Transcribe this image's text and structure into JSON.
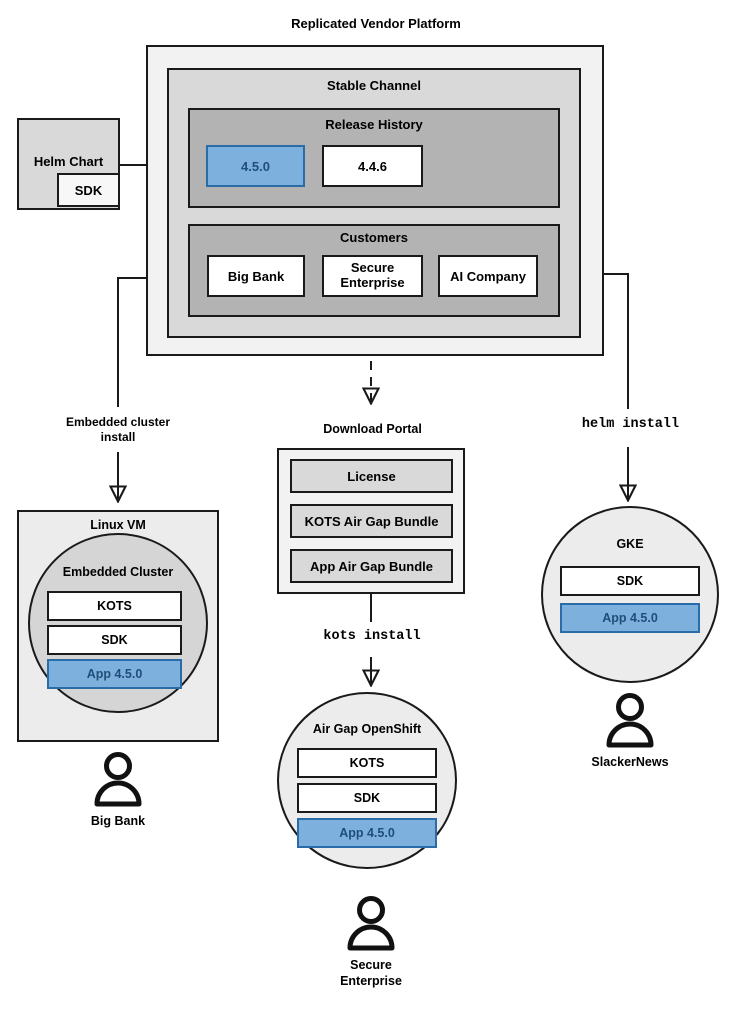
{
  "diagram": {
    "title": "Replicated Vendor Platform",
    "platform": {
      "channel": {
        "title": "Stable Channel",
        "release_history": {
          "title": "Release History",
          "releases": [
            {
              "version": "4.5.0",
              "highlighted": true
            },
            {
              "version": "4.4.6",
              "highlighted": false
            }
          ]
        },
        "customers": {
          "title": "Customers",
          "items": [
            {
              "name": "Big Bank"
            },
            {
              "name": "Secure\nEnterprise"
            },
            {
              "name": "AI Company"
            }
          ]
        }
      }
    },
    "source": {
      "label": "Helm Chart",
      "sdk_label": "SDK"
    },
    "edges": [
      {
        "id": "embedded-install",
        "label": "Embedded cluster\ninstall",
        "style": "solid"
      },
      {
        "id": "download-portal-link",
        "label": "",
        "style": "dashed"
      },
      {
        "id": "kots-install",
        "label": "kots install",
        "style": "mono"
      },
      {
        "id": "helm-install",
        "label": "helm install",
        "style": "mono"
      }
    ],
    "download_portal": {
      "title": "Download Portal",
      "items": [
        {
          "label": "License"
        },
        {
          "label": "KOTS Air Gap Bundle"
        },
        {
          "label": "App Air Gap Bundle"
        }
      ]
    },
    "targets": [
      {
        "id": "linux-vm",
        "title": "Linux VM",
        "inner_title": "Embedded Cluster",
        "components": [
          {
            "label": "KOTS",
            "highlighted": false
          },
          {
            "label": "SDK",
            "highlighted": false
          },
          {
            "label": "App 4.5.0",
            "highlighted": true
          }
        ],
        "actor": "Big Bank"
      },
      {
        "id": "air-gap-openshift",
        "title": "Air Gap OpenShift",
        "components": [
          {
            "label": "KOTS",
            "highlighted": false
          },
          {
            "label": "SDK",
            "highlighted": false
          },
          {
            "label": "App 4.5.0",
            "highlighted": true
          }
        ],
        "actor": "Secure\nEnterprise"
      },
      {
        "id": "gke",
        "title": "GKE",
        "components": [
          {
            "label": "SDK",
            "highlighted": false
          },
          {
            "label": "App 4.5.0",
            "highlighted": true
          }
        ],
        "actor": "SlackerNews"
      }
    ],
    "colors": {
      "highlight_fill": "#7eb0dd",
      "highlight_stroke": "#2a6ca8",
      "highlight_text": "#1f4e79",
      "stroke": "#1a1a1a",
      "platform_fill": "#f2f2f2",
      "channel_fill": "#d9d9d9",
      "section_fill": "#b3b3b3",
      "node_fill": "#ececec",
      "cluster_fill": "#d5d5d5"
    }
  }
}
